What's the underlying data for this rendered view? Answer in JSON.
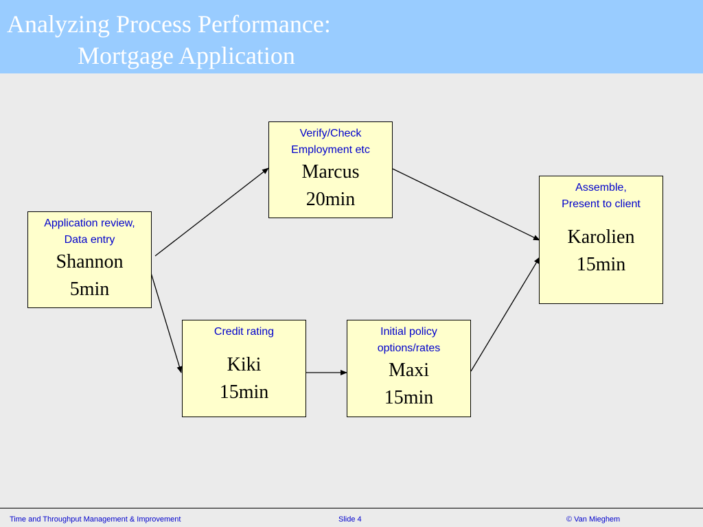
{
  "title": {
    "line1": "Analyzing Process Performance:",
    "line2": "Mortgage Application"
  },
  "nodes": {
    "shannon": {
      "task": [
        "Application review,",
        "Data entry"
      ],
      "person": "Shannon",
      "time": "5min"
    },
    "marcus": {
      "task": [
        "Verify/Check",
        "Employment etc"
      ],
      "person": "Marcus",
      "time": "20min"
    },
    "kiki": {
      "task": [
        "Credit rating"
      ],
      "person": "Kiki",
      "time": "15min"
    },
    "maxi": {
      "task": [
        "Initial policy",
        "options/rates"
      ],
      "person": "Maxi",
      "time": "15min"
    },
    "karolien": {
      "task": [
        "Assemble,",
        "Present to client"
      ],
      "person": "Karolien",
      "time": "15min"
    }
  },
  "edges": [
    {
      "from": "shannon",
      "to": "marcus"
    },
    {
      "from": "shannon",
      "to": "kiki"
    },
    {
      "from": "marcus",
      "to": "karolien"
    },
    {
      "from": "kiki",
      "to": "maxi"
    },
    {
      "from": "maxi",
      "to": "karolien"
    }
  ],
  "footer": {
    "left": "Time and Throughput Management & Improvement",
    "center": "Slide 4",
    "right": "© Van Mieghem"
  },
  "colors": {
    "header": "#99ccff",
    "box_fill": "#ffffcc",
    "task_text": "#0000cc",
    "background": "#ebebeb"
  }
}
